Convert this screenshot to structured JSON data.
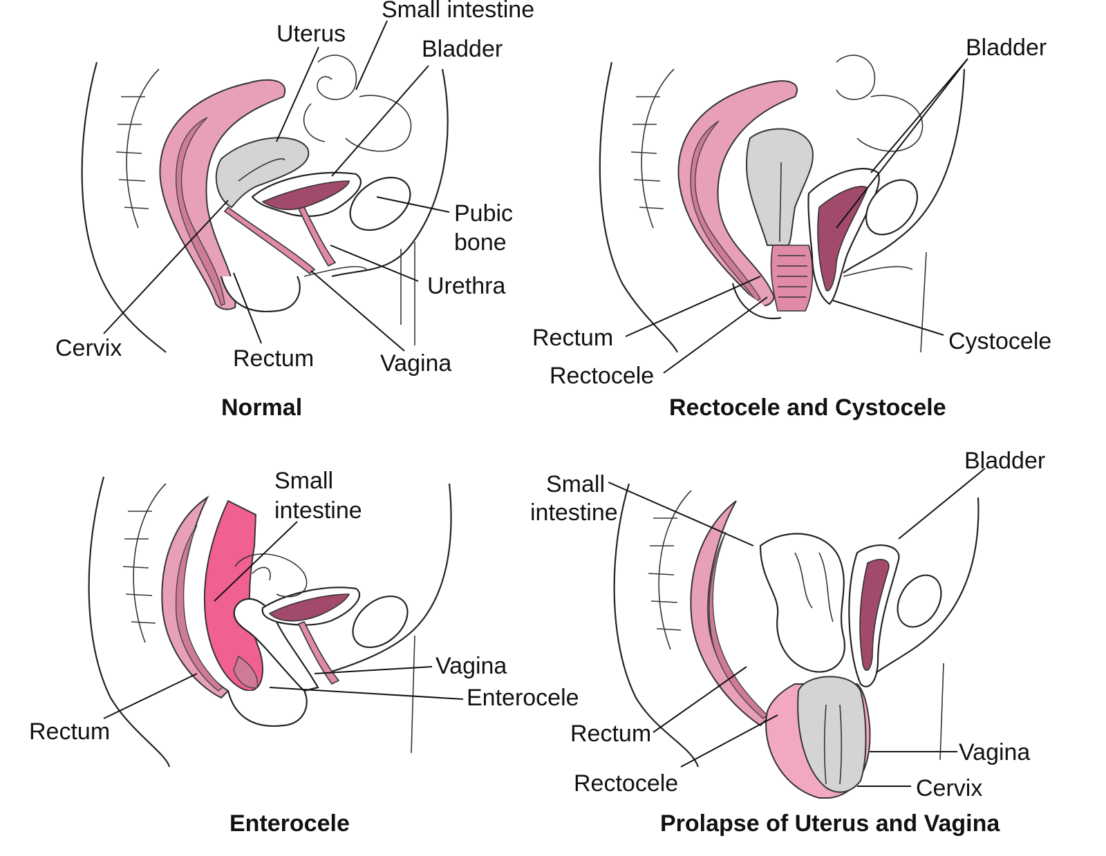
{
  "panels": {
    "normal": {
      "title": "Normal",
      "labels": {
        "small_intestine": "Small intestine",
        "uterus": "Uterus",
        "bladder": "Bladder",
        "pubic_1": "Pubic",
        "pubic_2": "bone",
        "urethra": "Urethra",
        "cervix": "Cervix",
        "rectum": "Rectum",
        "vagina": "Vagina"
      }
    },
    "rectocele_cystocele": {
      "title": "Rectocele and Cystocele",
      "labels": {
        "bladder": "Bladder",
        "rectum": "Rectum",
        "rectocele": "Rectocele",
        "cystocele": "Cystocele"
      }
    },
    "enterocele": {
      "title": "Enterocele",
      "labels": {
        "small_1": "Small",
        "small_2": "intestine",
        "vagina": "Vagina",
        "enterocele": "Enterocele",
        "rectum": "Rectum"
      }
    },
    "prolapse": {
      "title": "Prolapse of Uterus and Vagina",
      "labels": {
        "bladder": "Bladder",
        "small_1": "Small",
        "small_2": "intestine",
        "rectum": "Rectum",
        "rectocele": "Rectocele",
        "vagina": "Vagina",
        "cervix": "Cervix"
      }
    }
  },
  "colors": {
    "rectum_pink": "#e7a0b8",
    "bladder_dark": "#a14a6c",
    "uterus_gray": "#d4d4d6",
    "enterocele_pink": "#f06090"
  }
}
